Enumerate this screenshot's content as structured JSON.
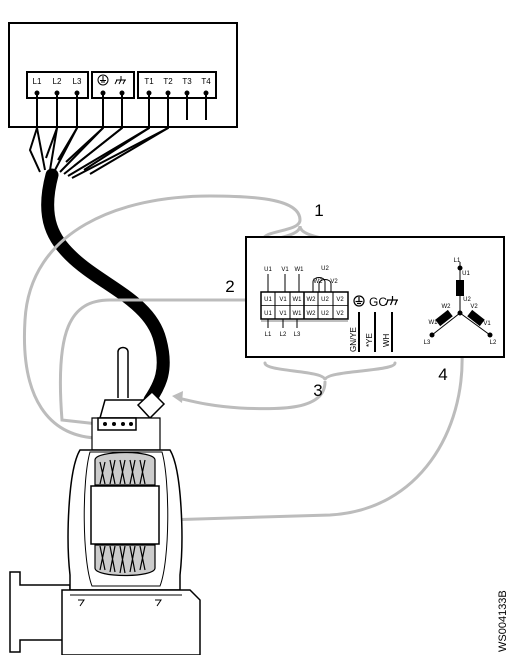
{
  "control_box": {
    "terminals_left": [
      "L1",
      "L2",
      "L3"
    ],
    "terminals_right": [
      "T1",
      "T2",
      "T3",
      "T4"
    ],
    "ground_icon": "protective-earth-icon",
    "shield_icon": "chassis-ground-icon"
  },
  "callouts": [
    "1",
    "2",
    "3",
    "4"
  ],
  "connection_diagram": {
    "top_labels": [
      "U1",
      "V1",
      "W1"
    ],
    "top_label_w2": "W2",
    "top_label_u2": "U2",
    "top_label_v2": "V2",
    "block_left": [
      [
        "U1",
        "U1"
      ],
      [
        "V1",
        "V1"
      ],
      [
        "W1",
        "W1"
      ]
    ],
    "block_right": [
      [
        "W2",
        "W2"
      ],
      [
        "U2",
        "U2"
      ],
      [
        "V2",
        "V2"
      ]
    ],
    "bottom_labels": [
      "L1",
      "L2",
      "L3"
    ],
    "wire_labels": [
      "GN/YE",
      "*YE",
      "WH"
    ],
    "gc_label": "GC",
    "gc_icon": "protective-earth-icon",
    "shield_icon": "chassis-ground-icon"
  },
  "star_diagram": {
    "line_labels": [
      "L1",
      "L2",
      "L3"
    ],
    "winding_labels": [
      "U1",
      "U2",
      "V1",
      "V2",
      "W1",
      "W2"
    ]
  },
  "figure_code": "WS004133B"
}
